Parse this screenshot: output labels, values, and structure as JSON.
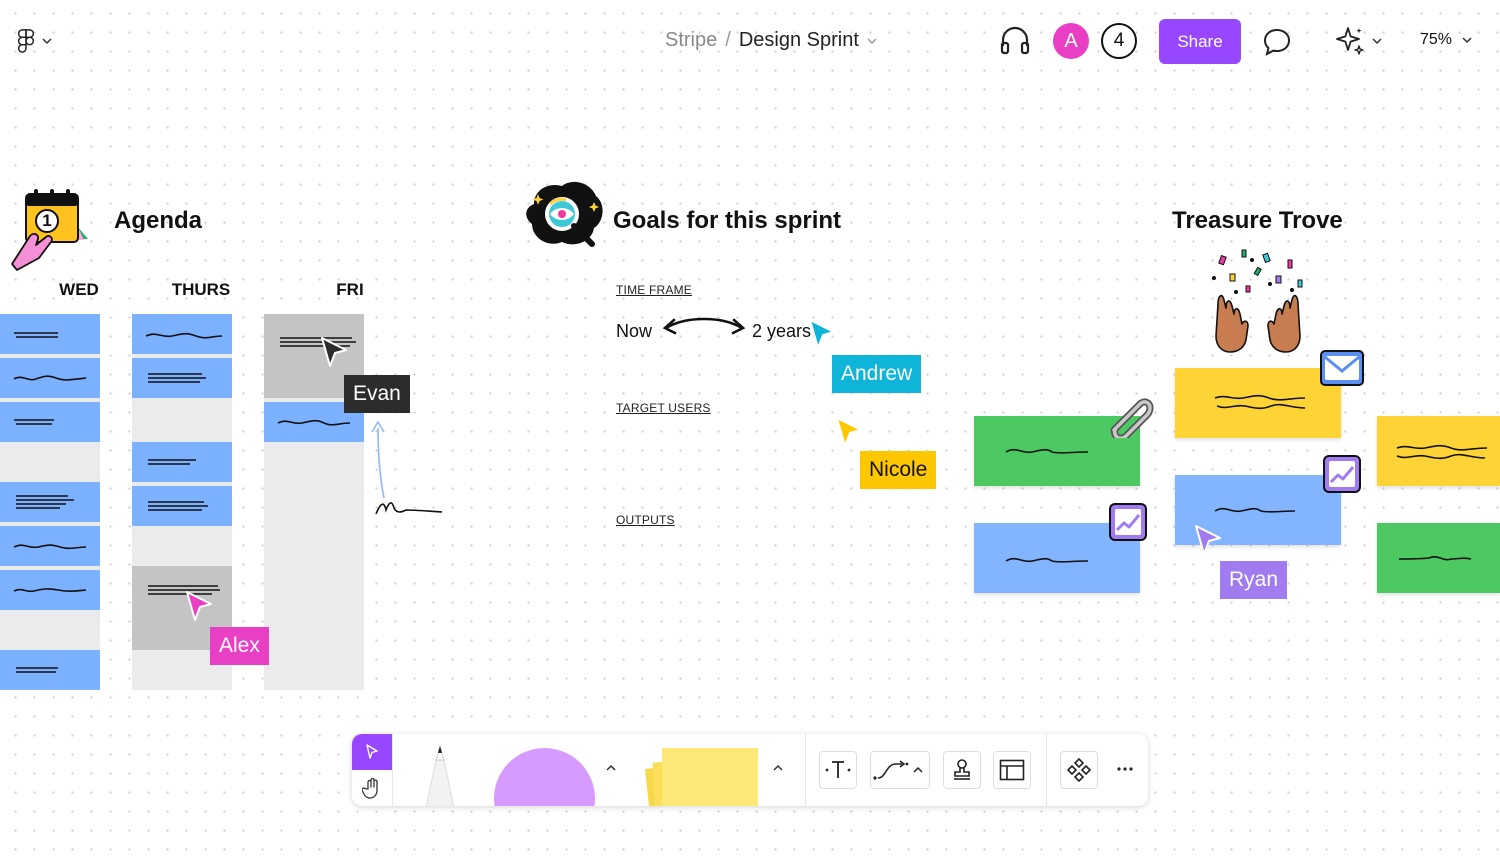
{
  "topbar": {
    "team": "Stripe",
    "separator": "/",
    "file_name": "Design Sprint",
    "avatar_initial": "A",
    "collaborator_count": "4",
    "share_label": "Share",
    "zoom": "75%"
  },
  "agenda": {
    "title": "Agenda",
    "calendar_day": "1",
    "days": [
      "WED",
      "THURS",
      "FRI"
    ]
  },
  "goals": {
    "title": "Goals for this sprint",
    "time_frame_label": "TIME FRAME",
    "now": "Now",
    "later": "2 years",
    "target_users_label": "TARGET USERS",
    "outputs_label": "OUTPUTS"
  },
  "treasure": {
    "title": "Treasure Trove"
  },
  "cursors": [
    {
      "name": "Evan",
      "color": "#2c2c2c"
    },
    {
      "name": "Alex",
      "color": "#e93fc4"
    },
    {
      "name": "Andrew",
      "color": "#0eb5d8"
    },
    {
      "name": "Nicole",
      "color": "#ffc700"
    },
    {
      "name": "Ryan",
      "color": "#a07cf0"
    }
  ],
  "colors": {
    "accent": "#9747ff",
    "sticky_blue": "#7cb1ff",
    "sticky_green": "#4cc963",
    "sticky_yellow": "#fdd335"
  },
  "icons": [
    "figma-logo-icon",
    "headphones-icon",
    "comment-icon",
    "sparkle-ai-icon",
    "move-tool-icon",
    "hand-tool-icon",
    "pencil-tool-icon",
    "shape-tool-icon",
    "sticky-note-tool-icon",
    "text-tool-icon",
    "connector-tool-icon",
    "stamp-tool-icon",
    "section-tool-icon",
    "components-icon",
    "more-icon"
  ]
}
